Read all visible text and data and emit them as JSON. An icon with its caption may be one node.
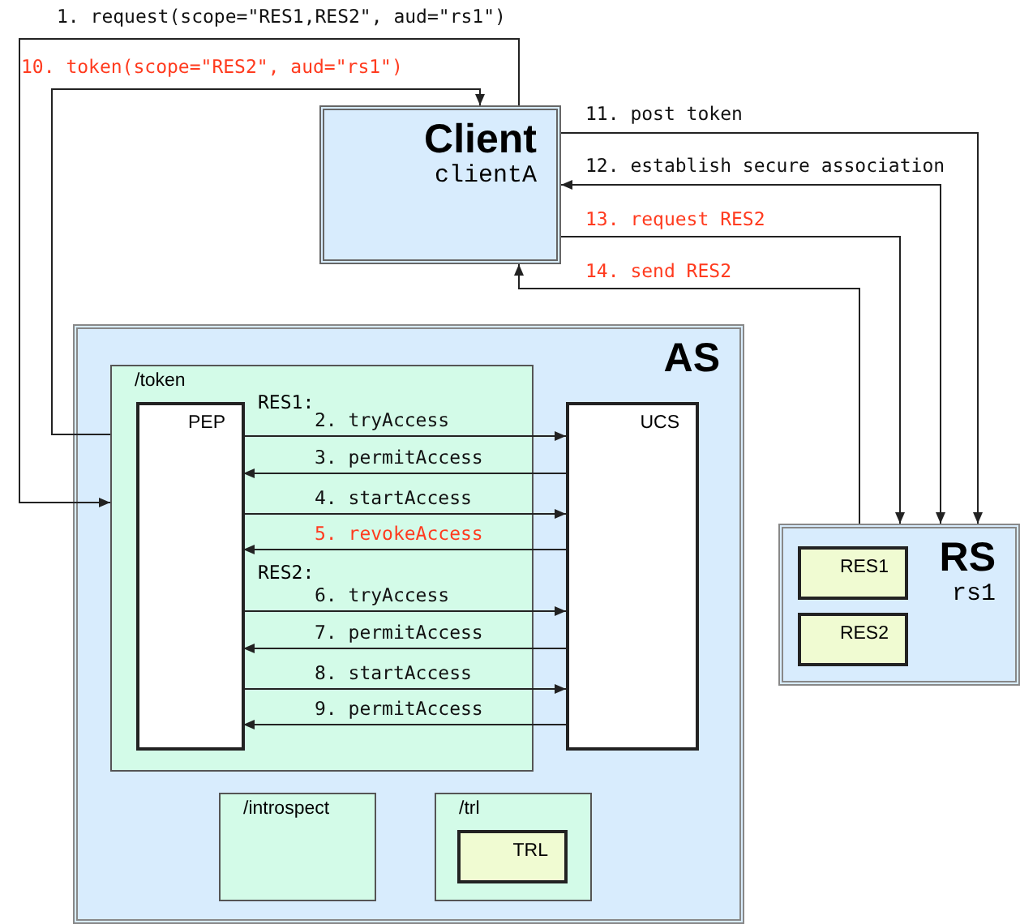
{
  "diagram": {
    "nodes": [
      {
        "text": [
          "Client",
          "clientA"
        ]
      },
      {
        "text": [
          "AS"
        ]
      },
      {
        "text": [
          "/token"
        ],
        "in": 1
      },
      {
        "text": [
          "PEP"
        ],
        "in": 2
      },
      {
        "text": [
          "UCS"
        ],
        "in": 1
      },
      {
        "text": [
          "/introspect"
        ],
        "in": 1
      },
      {
        "text": [
          "/trl"
        ],
        "in": 1
      },
      {
        "text": [
          "TRL"
        ],
        "in": 6
      },
      {
        "text": [
          "RS",
          "rs1"
        ]
      },
      {
        "text": [
          "RES1"
        ],
        "in": 8
      },
      {
        "text": [
          "RES2"
        ],
        "in": 8
      }
    ],
    "edges": [
      {
        "from": 0,
        "to": 2,
        "arrow": "to",
        "label": "1. request(scope=\"RES1,RES2\", aud=\"rs1\")"
      },
      {
        "from": 3,
        "to": 4,
        "arrow": "to",
        "label": "2. tryAccess"
      },
      {
        "from": 4,
        "to": 3,
        "arrow": "to",
        "label": "3. permitAccess"
      },
      {
        "from": 3,
        "to": 4,
        "arrow": "to",
        "label": "4. startAccess"
      },
      {
        "from": 4,
        "to": 3,
        "arrow": "to",
        "label": "5. revokeAccess"
      },
      {
        "from": 3,
        "to": 4,
        "arrow": "to",
        "label": "6. tryAccess"
      },
      {
        "from": 4,
        "to": 3,
        "arrow": "to",
        "label": "7. permitAccess"
      },
      {
        "from": 3,
        "to": 4,
        "arrow": "to",
        "label": "8. startAccess"
      },
      {
        "from": 4,
        "to": 3,
        "arrow": "to",
        "label": "9. permitAccess"
      },
      {
        "from": 2,
        "to": 0,
        "arrow": "to",
        "label": "10. token(scope=\"RES2\", aud=\"rs1\")"
      },
      {
        "from": 0,
        "to": 8,
        "arrow": "to",
        "label": "11. post token"
      },
      {
        "from": 8,
        "to": 0,
        "arrow": "both",
        "label": "12. establish secure association"
      },
      {
        "from": 0,
        "to": 8,
        "arrow": "to",
        "label": "13. request RES2"
      },
      {
        "from": 8,
        "to": 0,
        "arrow": "to",
        "label": "14. send RES2"
      }
    ],
    "labels": [
      "RES1:",
      "RES2:"
    ]
  }
}
